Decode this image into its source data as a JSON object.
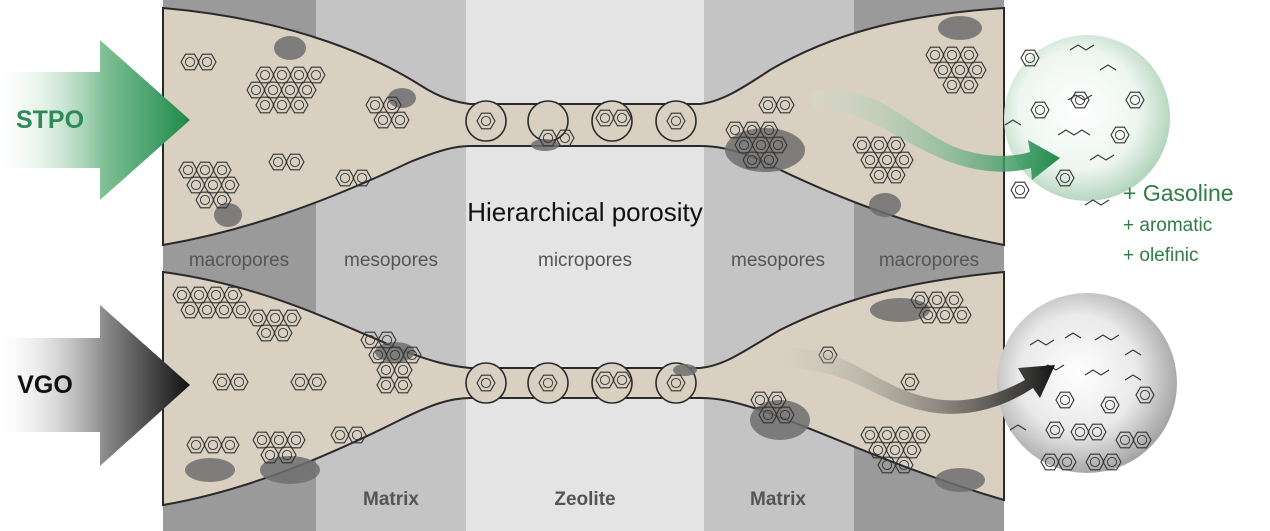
{
  "inputs": {
    "top": "STPO",
    "bottom": "VGO"
  },
  "title": "Hierarchical porosity",
  "pore_bands": {
    "left_macro": "macropores",
    "left_meso": "mesopores",
    "micro": "micropores",
    "right_meso": "mesopores",
    "right_macro": "macropores"
  },
  "bottom_bands": {
    "left_matrix": "Matrix",
    "zeolite": "Zeolite",
    "right_matrix": "Matrix"
  },
  "output": {
    "main": "+ Gasoline",
    "line1": "+ aromatic",
    "line2": "+ olefinic"
  },
  "colors": {
    "stpo_green": "#2e8b57",
    "text_green": "#2f7d45",
    "vgo_dark": "#222222",
    "channel_beige": "#d9d0c2",
    "outline": "#2a2a2a",
    "macro_band": "#9a9a9a",
    "meso_band": "#c4c4c4",
    "micro_band": "#e4e4e4",
    "coke_grey": "#6e6e6e"
  }
}
